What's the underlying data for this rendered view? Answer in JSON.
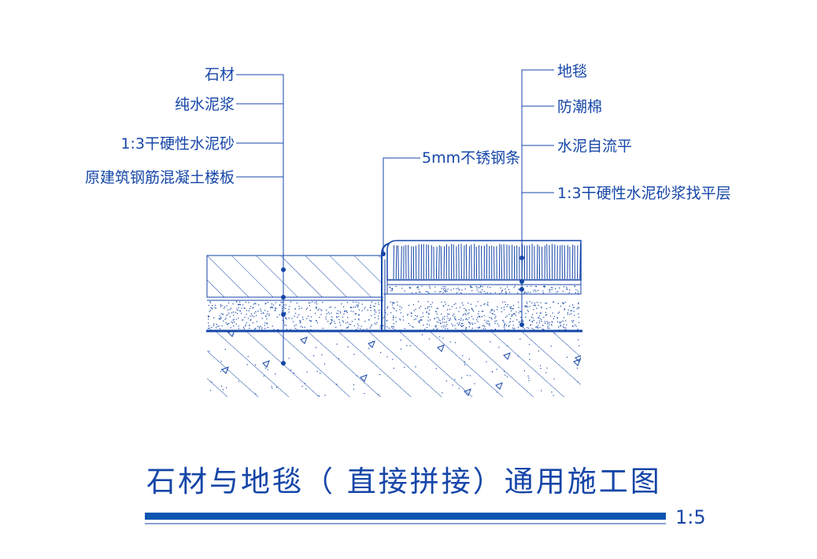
{
  "labels_left": [
    "石材",
    "纯水泥浆",
    "1:3干硬性水泥砂",
    "原建筑钢筋混凝土楼板"
  ],
  "label_middle": "5mm不锈钢条",
  "labels_right": [
    "地毯",
    "防潮棉",
    "水泥自流平",
    "1:3干硬性水泥砂浆找平层"
  ],
  "title": "石材与地毯（ 直接拼接）通用施工图",
  "scale": "1:5",
  "colors": {
    "line": "#1646a8",
    "title_bar": "#0b55b0"
  }
}
